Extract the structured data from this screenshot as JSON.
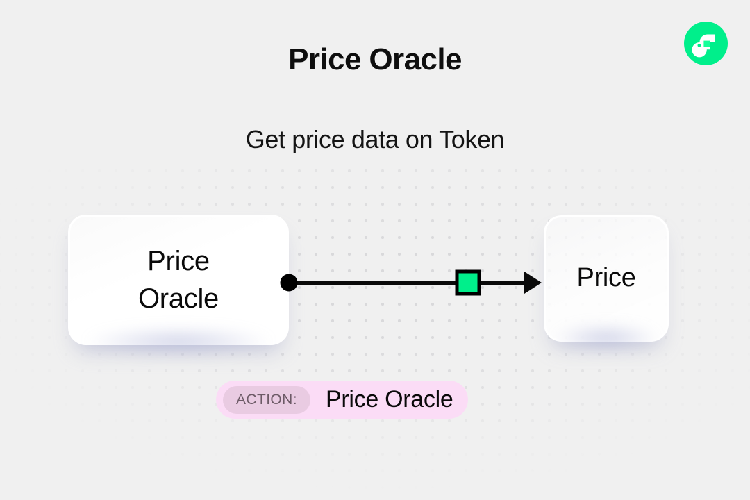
{
  "header": {
    "title": "Price Oracle",
    "subtitle": "Get price data on Token"
  },
  "logo": {
    "name": "flow-logo",
    "circle_color": "#00ef8b",
    "mark_color": "#ffffff",
    "accent_color": "#16ff99"
  },
  "diagram": {
    "background_color": "#f0f0f0",
    "dot_grid_color": "#d9d9db",
    "source_node": {
      "label_line1": "Price",
      "label_line2": "Oracle",
      "icon": "rounded-card"
    },
    "target_node": {
      "label": "Price",
      "icon": "rounded-card"
    },
    "connector": {
      "start_dot_color": "#000000",
      "line_color": "#0a0a0a",
      "midpoint_marker_color": "#00ef8b",
      "midpoint_marker_border": "#000000",
      "arrow_color": "#0a0a0a",
      "direction": "left-to-right"
    }
  },
  "action_badge": {
    "chip_label": "ACTION:",
    "value": "Price Oracle",
    "background_color": "#fbdcf6",
    "chip_background_color": "#e9cbe2",
    "chip_text_color": "#6c5a66",
    "value_text_color": "#0a0a0a"
  }
}
